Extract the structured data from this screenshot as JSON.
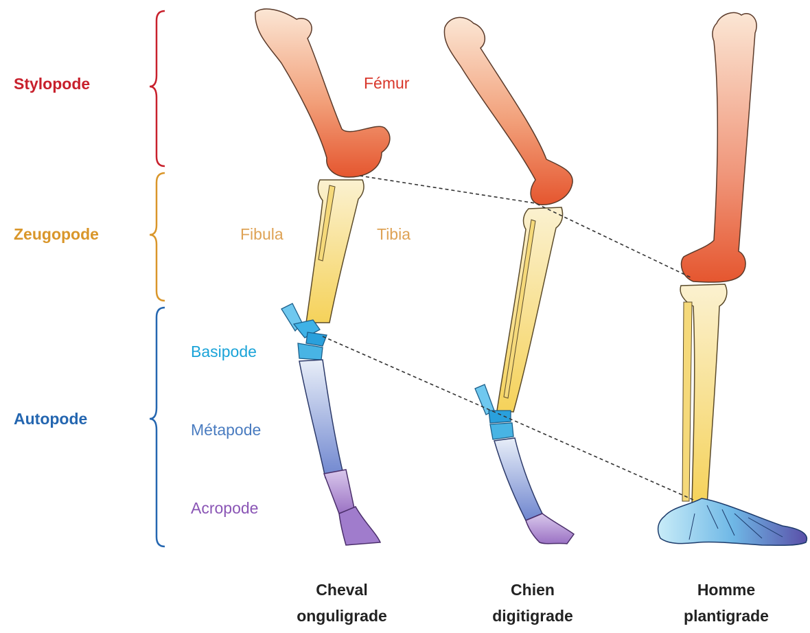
{
  "regions": {
    "stylopode": {
      "label": "Stylopode",
      "color": "#c8202c"
    },
    "zeugopode": {
      "label": "Zeugopode",
      "color": "#d9962a"
    },
    "autopode": {
      "label": "Autopode",
      "color": "#2466b0"
    }
  },
  "parts": {
    "femur": {
      "label": "Fémur",
      "color": "#d8362a"
    },
    "fibula": {
      "label": "Fibula",
      "color": "#dea255"
    },
    "tibia": {
      "label": "Tibia",
      "color": "#dea255"
    },
    "basipode": {
      "label": "Basipode",
      "color": "#1aa3d8"
    },
    "metapode": {
      "label": "Métapode",
      "color": "#4a7cc0"
    },
    "acropode": {
      "label": "Acropode",
      "color": "#8a55b5"
    }
  },
  "animals": [
    {
      "name": "Cheval",
      "gait": "onguligrade"
    },
    {
      "name": "Chien",
      "gait": "digitigrade"
    },
    {
      "name": "Homme",
      "gait": "plantigrade"
    }
  ]
}
